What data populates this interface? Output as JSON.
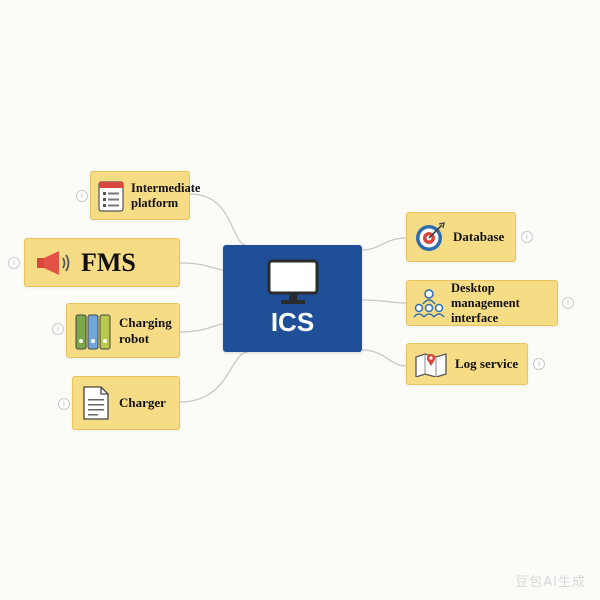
{
  "center": {
    "label": "ICS",
    "icon": "monitor-icon"
  },
  "left_nodes": [
    {
      "label": "Intermediate platform",
      "icon": "checklist-icon"
    },
    {
      "label": "FMS",
      "icon": "megaphone-icon"
    },
    {
      "label": "Charging robot",
      "icon": "binders-icon"
    },
    {
      "label": "Charger",
      "icon": "document-icon"
    }
  ],
  "right_nodes": [
    {
      "label": "Database",
      "icon": "target-icon"
    },
    {
      "label": "Desktop management interface",
      "icon": "team-icon"
    },
    {
      "label": "Log service",
      "icon": "map-pin-icon"
    }
  ],
  "info_glyph": "i",
  "watermark": "豆包AI生成",
  "colors": {
    "center": "#1f4f96",
    "node": "#f7dc86",
    "connector": "#c8c8c8"
  }
}
